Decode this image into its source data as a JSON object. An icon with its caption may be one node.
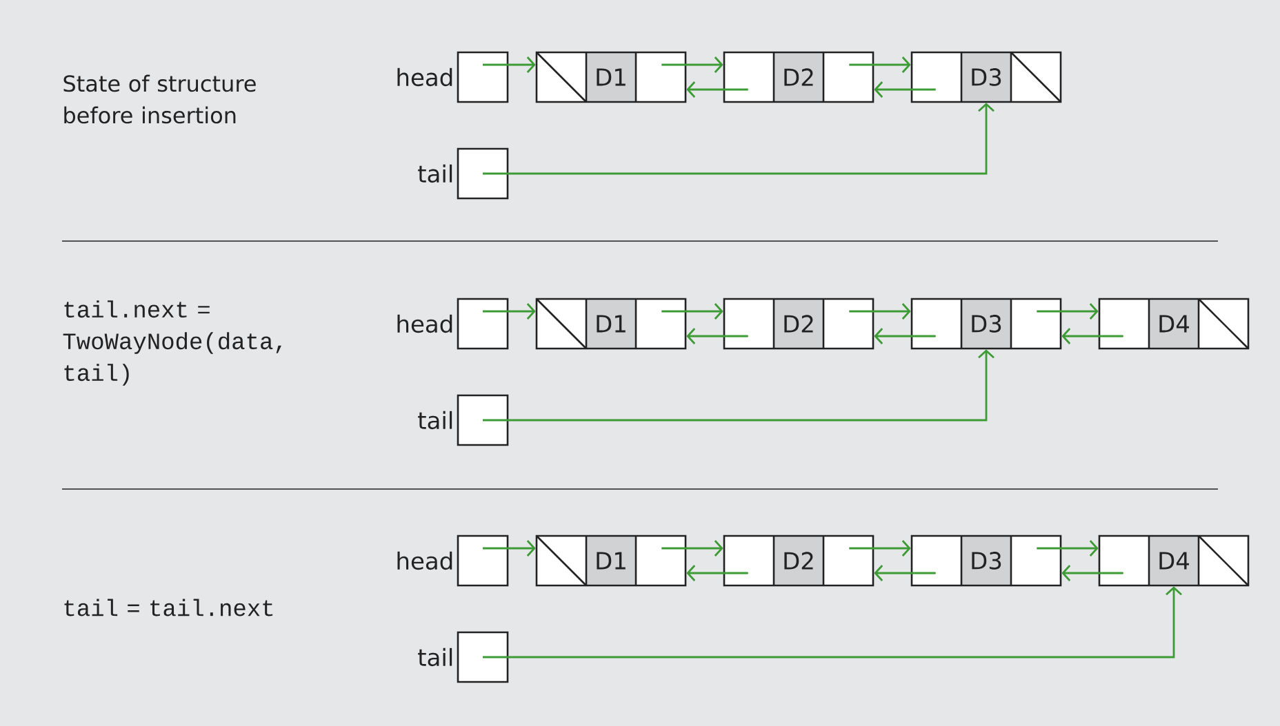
{
  "diagram": {
    "nodes": [
      {
        "text": [],
        "shape": "box",
        "beside": [
          "head"
        ]
      },
      {
        "text": [
          "D1"
        ]
      },
      {
        "text": [
          "D2"
        ]
      },
      {
        "text": [
          "D3"
        ]
      },
      {
        "text": [],
        "shape": "box",
        "beside": [
          "tail"
        ]
      },
      {
        "text": [],
        "shape": "box",
        "beside": [
          "head"
        ]
      },
      {
        "text": [
          "D1"
        ]
      },
      {
        "text": [
          "D2"
        ]
      },
      {
        "text": [
          "D3"
        ]
      },
      {
        "text": [
          "D4"
        ]
      },
      {
        "text": [],
        "shape": "box",
        "beside": [
          "tail"
        ]
      },
      {
        "text": [],
        "shape": "box",
        "beside": [
          "head"
        ]
      },
      {
        "text": [
          "D1"
        ]
      },
      {
        "text": [
          "D2"
        ]
      },
      {
        "text": [
          "D3"
        ]
      },
      {
        "text": [
          "D4"
        ]
      },
      {
        "text": [],
        "shape": "box",
        "beside": [
          "tail"
        ]
      }
    ],
    "edges": [
      {
        "from": 0,
        "to": 1,
        "arrow": "to"
      },
      {
        "from": 1,
        "to": 2,
        "arrow": "to"
      },
      {
        "from": 2,
        "to": 1,
        "arrow": "to"
      },
      {
        "from": 2,
        "to": 3,
        "arrow": "to"
      },
      {
        "from": 3,
        "to": 2,
        "arrow": "to"
      },
      {
        "from": 4,
        "to": 3,
        "arrow": "to"
      },
      {
        "from": 5,
        "to": 6,
        "arrow": "to"
      },
      {
        "from": 6,
        "to": 7,
        "arrow": "to"
      },
      {
        "from": 7,
        "to": 6,
        "arrow": "to"
      },
      {
        "from": 7,
        "to": 8,
        "arrow": "to"
      },
      {
        "from": 8,
        "to": 7,
        "arrow": "to"
      },
      {
        "from": 8,
        "to": 9,
        "arrow": "to"
      },
      {
        "from": 9,
        "to": 8,
        "arrow": "to"
      },
      {
        "from": 10,
        "to": 8,
        "arrow": "to"
      },
      {
        "from": 11,
        "to": 12,
        "arrow": "to"
      },
      {
        "from": 12,
        "to": 13,
        "arrow": "to"
      },
      {
        "from": 13,
        "to": 12,
        "arrow": "to"
      },
      {
        "from": 13,
        "to": 14,
        "arrow": "to"
      },
      {
        "from": 14,
        "to": 13,
        "arrow": "to"
      },
      {
        "from": 14,
        "to": 15,
        "arrow": "to"
      },
      {
        "from": 15,
        "to": 14,
        "arrow": "to"
      },
      {
        "from": 16,
        "to": 15,
        "arrow": "to"
      }
    ],
    "labels": [
      "State of structure before insertion",
      "tail.next = TwoWayNode(data, tail)",
      "tail = tail.next"
    ]
  }
}
